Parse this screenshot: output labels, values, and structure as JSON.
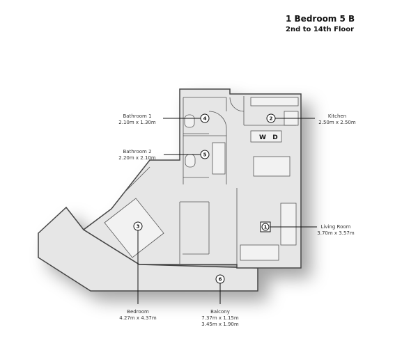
{
  "header": {
    "title": "1 Bedroom 5 B",
    "subtitle": "2nd to 14th Floor"
  },
  "rooms": [
    {
      "number": "1",
      "name": "Living Room",
      "size": "3.70m x 3.57m"
    },
    {
      "number": "2",
      "name": "Kitchen",
      "size": "2.50m x 2.50m"
    },
    {
      "number": "3",
      "name": "Bedroom",
      "size": "4.27m x 4.37m"
    },
    {
      "number": "4",
      "name": "Bathroom 1",
      "size": "2.10m x 1.30m"
    },
    {
      "number": "5",
      "name": "Bathroom 2",
      "size": "2.20m x 2.10m"
    },
    {
      "number": "6",
      "name": "Balcony",
      "size": "7.37m x 1.15m",
      "size2": "3.45m x 1.90m"
    }
  ],
  "appliances": {
    "washer": "W",
    "dryer": "D"
  }
}
